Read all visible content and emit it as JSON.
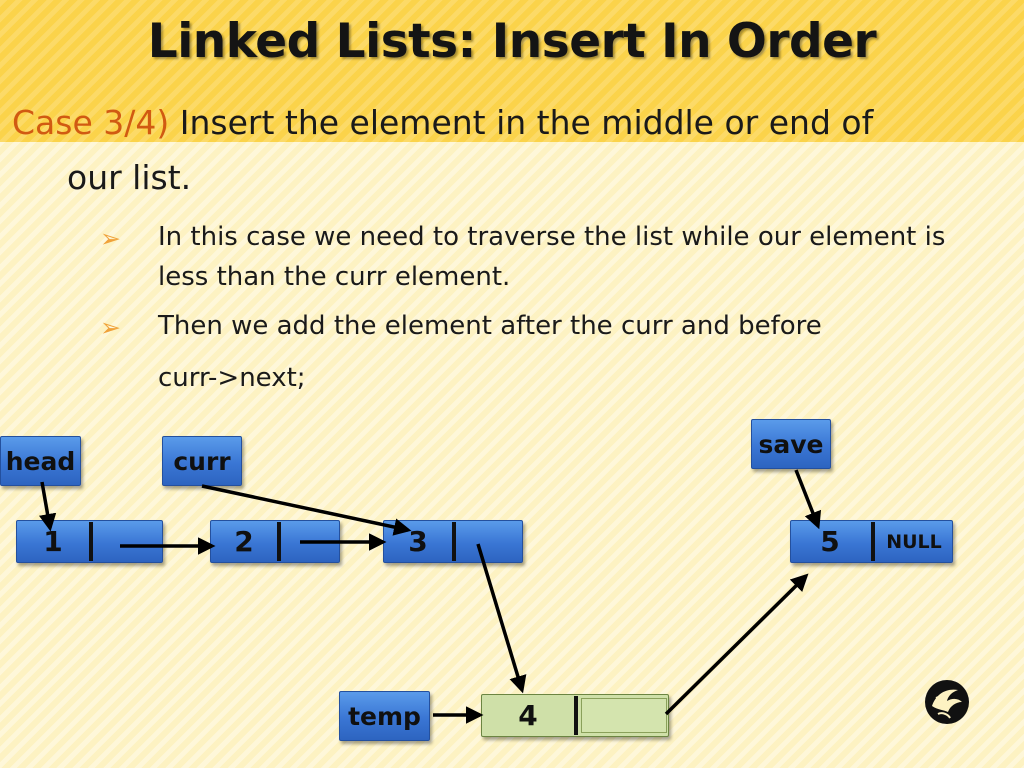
{
  "title": "Linked Lists:  Insert In Order",
  "case": {
    "tag": "Case 3/4)",
    "text": "Insert the element in the middle or end of",
    "continuation": "our list."
  },
  "bullets": [
    {
      "line1": "In this case we need to traverse the list while our element is",
      "line2": "less than the curr element."
    },
    {
      "line1": "Then we add the element after the curr and before",
      "line2": "curr->next;"
    }
  ],
  "diagram": {
    "pointers": {
      "head": "head",
      "curr": "curr",
      "save": "save",
      "temp": "temp"
    },
    "nodes": [
      {
        "value": "1"
      },
      {
        "value": "2"
      },
      {
        "value": "3"
      },
      {
        "value": "4"
      },
      {
        "value": "5",
        "next": "NULL"
      }
    ]
  },
  "colors": {
    "band": "#fbd34a",
    "background": "#fdf2c2",
    "case_tag": "#d15a12",
    "node_blue": "#3a76d4",
    "node_green": "#cfe0a8"
  },
  "icons": {
    "logo": "pegasus-logo-icon",
    "bullet": "arrow-bullet-icon"
  }
}
